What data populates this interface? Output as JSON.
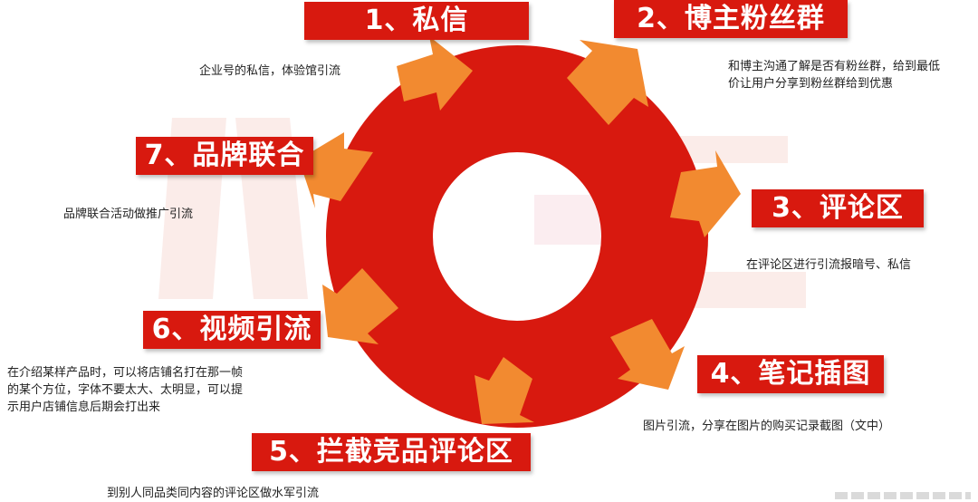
{
  "colors": {
    "ring": "#d8190f",
    "banner": "#d8190f",
    "arrow": "#f28a30",
    "watermark": "#f5d3cf"
  },
  "steps": [
    {
      "label": "1、私信",
      "desc": "企业号的私信，体验馆引流"
    },
    {
      "label": "2、博主粉丝群",
      "desc_lines": [
        "和博主沟通了解是否有粉丝群，给到最低",
        "价让用户分享到粉丝群给到优惠"
      ]
    },
    {
      "label": "3、评论区",
      "desc": "在评论区进行引流报暗号、私信"
    },
    {
      "label": "4、笔记插图",
      "desc": "图片引流，分享在图片的购买记录截图（文中）"
    },
    {
      "label": "5、拦截竞品评论区",
      "desc": "到别人同品类同内容的评论区做水军引流"
    },
    {
      "label": "6、视频引流",
      "desc_lines": [
        "在介绍某样产品时，可以将店铺名打在那一帧",
        "的某个方位，字体不要太大、太明显，可以提",
        "示用户店铺信息后期会打出来"
      ]
    },
    {
      "label": "7、品牌联合",
      "desc": "品牌联合活动做推广引流"
    }
  ]
}
